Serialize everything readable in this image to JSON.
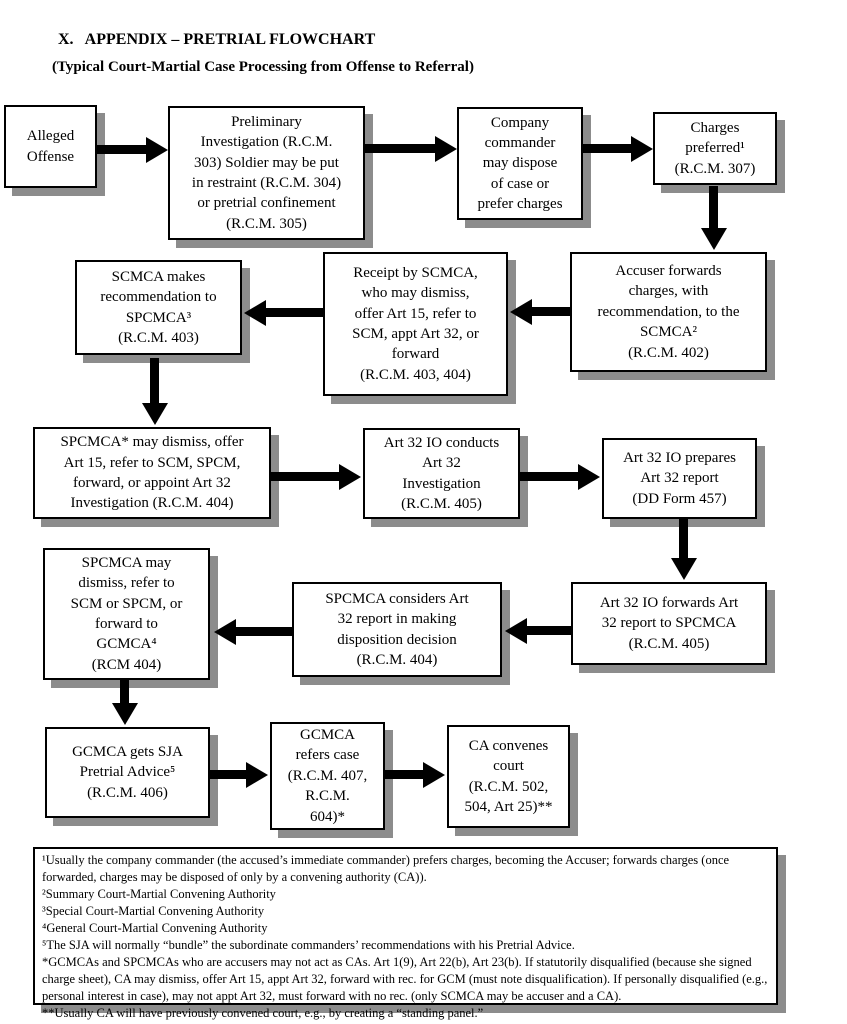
{
  "title": "X.   APPENDIX – PRETRIAL FLOWCHART",
  "subtitle": "(Typical Court-Martial Case Processing from Offense to Referral)",
  "colors": {
    "background": "#ffffff",
    "box_fill": "#ffffff",
    "box_border": "#000000",
    "box_shadow": "#8c8c8c",
    "arrow": "#000000",
    "text": "#000000"
  },
  "flowchart": {
    "boxes": {
      "alleged_offense": "Alleged\nOffense",
      "preliminary_investigation": "Preliminary\nInvestigation (R.C.M.\n303) Soldier may be put\nin restraint (R.C.M. 304)\nor pretrial confinement\n(R.C.M. 305)",
      "company_commander": "Company\ncommander\nmay dispose\nof case or\nprefer charges",
      "charges_preferred": "Charges\npreferred¹\n(R.C.M. 307)",
      "accuser_forwards": "Accuser forwards\ncharges, with\nrecommendation, to the\nSCMCA²\n(R.C.M. 402)",
      "receipt_by_scmca": "Receipt by SCMCA,\nwho may dismiss,\noffer Art 15, refer to\nSCM, appt Art 32, or\nforward\n(R.C.M. 403, 404)",
      "scmca_recommendation": "SCMCA makes\nrecommendation to\nSPCMCA³\n(R.C.M. 403)",
      "spcmca_options": "SPCMCA* may dismiss, offer\nArt 15, refer to SCM, SPCM,\nforward, or appoint Art 32\nInvestigation (R.C.M. 404)",
      "art32_conducts": "Art 32 IO conducts\nArt 32\nInvestigation\n(R.C.M. 405)",
      "art32_prepares": "Art 32 IO prepares\nArt 32 report\n(DD Form 457)",
      "art32_forwards": "Art 32 IO forwards Art\n32 report to SPCMCA\n(R.C.M. 405)",
      "spcmca_considers": "SPCMCA considers Art\n32 report in making\ndisposition decision\n(R.C.M. 404)",
      "spcmca_may_dismiss": "SPCMCA may\ndismiss, refer to\nSCM or SPCM, or\nforward to\nGCMCA⁴\n(RCM 404)",
      "gcmca_advice": "GCMCA gets SJA\nPretrial Advice⁵\n(R.C.M. 406)",
      "gcmca_refers": "GCMCA\nrefers case\n(R.C.M. 407,\nR.C.M.\n604)*",
      "ca_convenes": "CA convenes\ncourt\n(R.C.M. 502,\n504, Art 25)**"
    }
  },
  "footnotes": [
    "¹Usually the company commander (the accused’s immediate commander) prefers charges, becoming the Accuser; forwards charges (once forwarded, charges may be disposed of only by a convening authority (CA)).",
    "²Summary Court-Martial Convening Authority",
    "³Special Court-Martial Convening Authority",
    "⁴General Court-Martial Convening Authority",
    "⁵The SJA will normally “bundle” the subordinate commanders’ recommendations with his Pretrial Advice.",
    "*GCMCAs and SPCMCAs who are accusers may not act as CAs.  Art 1(9), Art 22(b), Art 23(b).  If statutorily disqualified (because she signed charge sheet), CA may dismiss, offer Art 15, appt Art 32, forward with rec. for GCM (must note disqualification).  If personally disqualified (e.g., personal interest in case), may not appt Art 32, must forward with no rec. (only SCMCA may be accuser and a CA).",
    "**Usually CA will have previously convened court, e.g., by creating a “standing panel.”"
  ]
}
